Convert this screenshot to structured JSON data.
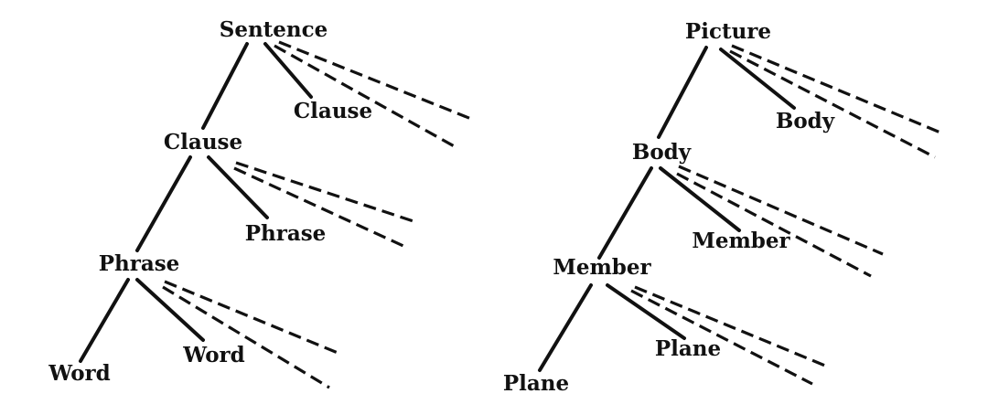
{
  "trees": [
    {
      "id": "language-hierarchy",
      "nodes": [
        {
          "id": "sentence",
          "label": "Sentence"
        },
        {
          "id": "clause-right",
          "label": "Clause"
        },
        {
          "id": "clause",
          "label": "Clause"
        },
        {
          "id": "phrase-right",
          "label": "Phrase"
        },
        {
          "id": "phrase",
          "label": "Phrase"
        },
        {
          "id": "word-right",
          "label": "Word"
        },
        {
          "id": "word",
          "label": "Word"
        }
      ]
    },
    {
      "id": "picture-hierarchy",
      "nodes": [
        {
          "id": "picture",
          "label": "Picture"
        },
        {
          "id": "body-right",
          "label": "Body"
        },
        {
          "id": "body",
          "label": "Body"
        },
        {
          "id": "member-right",
          "label": "Member"
        },
        {
          "id": "member",
          "label": "Member"
        },
        {
          "id": "plane-right",
          "label": "Plane"
        },
        {
          "id": "plane",
          "label": "Plane"
        }
      ]
    }
  ]
}
